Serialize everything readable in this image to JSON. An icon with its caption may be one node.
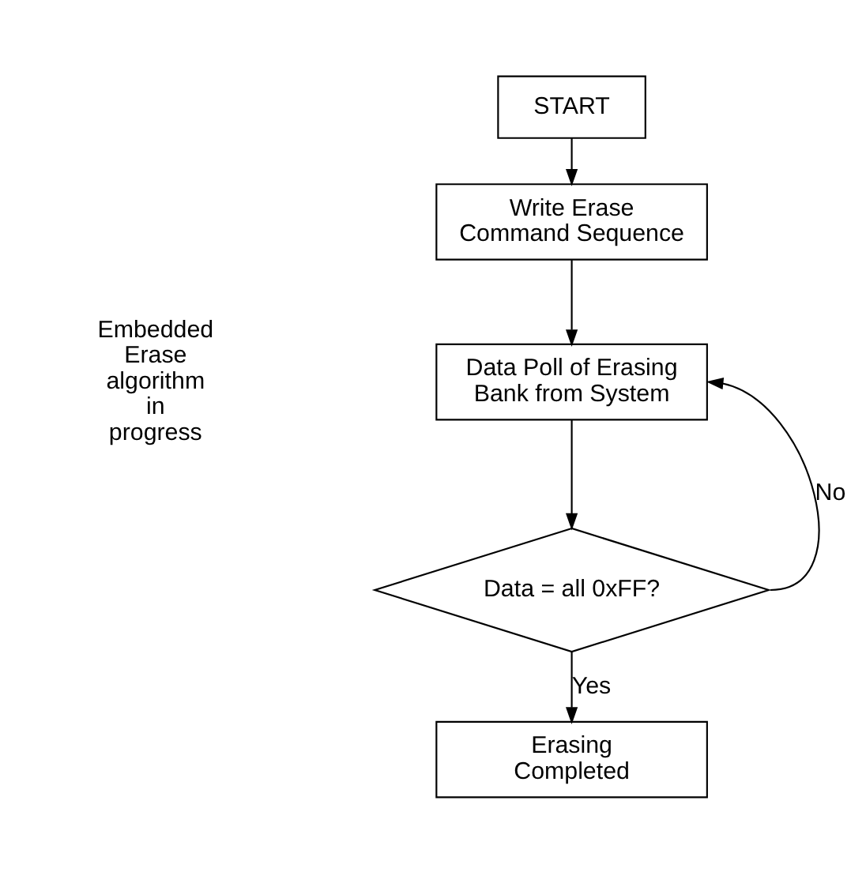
{
  "diagram": {
    "nodes": [
      {
        "text": [
          "START"
        ]
      },
      {
        "text": [
          "Write Erase Command Sequence"
        ]
      },
      {
        "text": [
          "Data Poll of Erasing Bank from System"
        ]
      },
      {
        "text": [
          "Data = all 0xFF?"
        ]
      },
      {
        "text": [
          "Erasing Completed"
        ]
      }
    ],
    "edges": [
      {
        "from": 0,
        "to": 1,
        "arrow": "to"
      },
      {
        "from": 1,
        "to": 2,
        "arrow": "to"
      },
      {
        "from": 2,
        "to": 3,
        "arrow": "to"
      },
      {
        "from": 3,
        "to": 2,
        "arrow": "to",
        "label": "No"
      },
      {
        "from": 3,
        "to": 4,
        "arrow": "to",
        "label": "Yes"
      }
    ],
    "labels": [
      "Embedded Erase algorithm in progress"
    ]
  }
}
